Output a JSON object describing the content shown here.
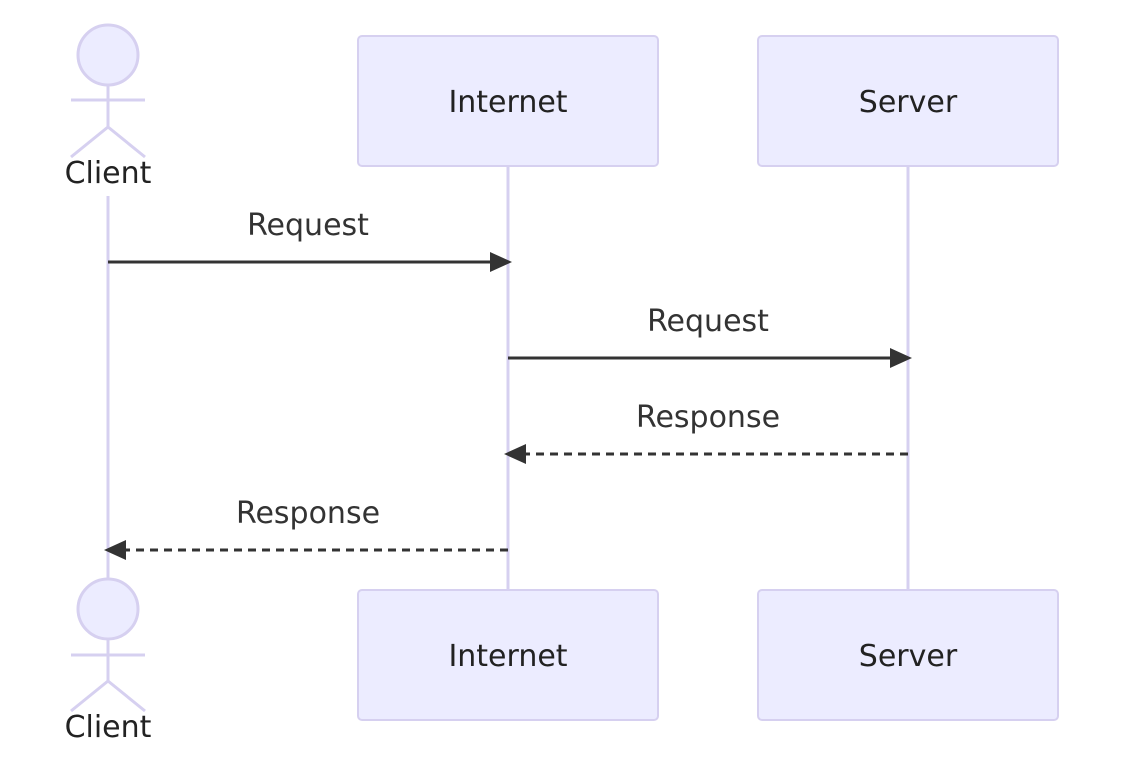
{
  "diagram": {
    "type": "sequence",
    "participants": [
      {
        "id": "client",
        "kind": "actor",
        "label": "Client"
      },
      {
        "id": "internet",
        "kind": "participant",
        "label": "Internet"
      },
      {
        "id": "server",
        "kind": "participant",
        "label": "Server"
      }
    ],
    "messages": [
      {
        "from": "client",
        "to": "internet",
        "label": "Request",
        "style": "solid"
      },
      {
        "from": "internet",
        "to": "server",
        "label": "Request",
        "style": "solid"
      },
      {
        "from": "server",
        "to": "internet",
        "label": "Response",
        "style": "dashed"
      },
      {
        "from": "internet",
        "to": "client",
        "label": "Response",
        "style": "dashed"
      }
    ],
    "colors": {
      "box_fill": "#ececff",
      "box_stroke": "#d6d0f0",
      "lifeline": "#d6d0f0",
      "message": "#333333"
    }
  }
}
